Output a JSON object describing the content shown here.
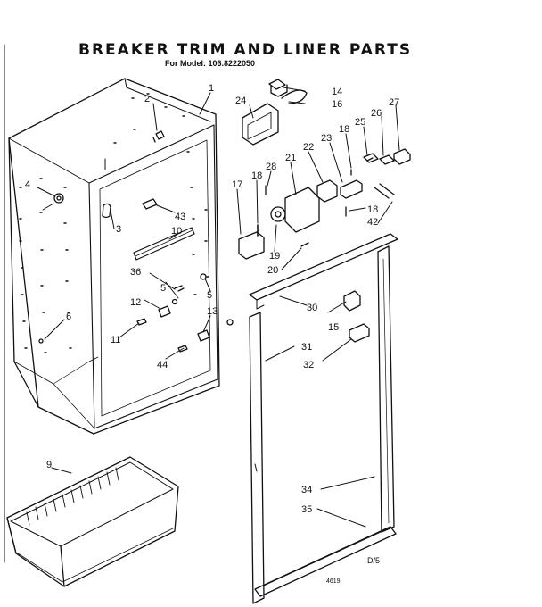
{
  "title": "BREAKER TRIM AND LINER PARTS",
  "subtitle": "For Model: 106.8222050",
  "page_code": "D/5",
  "sheet_number": "4619",
  "callouts": [
    {
      "id": "c1",
      "text": "1"
    },
    {
      "id": "c2",
      "text": "2"
    },
    {
      "id": "c3",
      "text": "3"
    },
    {
      "id": "c4",
      "text": "4"
    },
    {
      "id": "c5a",
      "text": "5"
    },
    {
      "id": "c5b",
      "text": "5"
    },
    {
      "id": "c6",
      "text": "6"
    },
    {
      "id": "c9",
      "text": "9"
    },
    {
      "id": "c10",
      "text": "10"
    },
    {
      "id": "c11",
      "text": "11"
    },
    {
      "id": "c12",
      "text": "12"
    },
    {
      "id": "c13",
      "text": "13"
    },
    {
      "id": "c14",
      "text": "14"
    },
    {
      "id": "c15",
      "text": "15"
    },
    {
      "id": "c16",
      "text": "16"
    },
    {
      "id": "c17",
      "text": "17"
    },
    {
      "id": "c18a",
      "text": "18"
    },
    {
      "id": "c18b",
      "text": "18"
    },
    {
      "id": "c18c",
      "text": "18"
    },
    {
      "id": "c19",
      "text": "19"
    },
    {
      "id": "c20",
      "text": "20"
    },
    {
      "id": "c21",
      "text": "21"
    },
    {
      "id": "c22",
      "text": "22"
    },
    {
      "id": "c23",
      "text": "23"
    },
    {
      "id": "c24",
      "text": "24"
    },
    {
      "id": "c25",
      "text": "25"
    },
    {
      "id": "c26",
      "text": "26"
    },
    {
      "id": "c27",
      "text": "27"
    },
    {
      "id": "c28",
      "text": "28"
    },
    {
      "id": "c30",
      "text": "30"
    },
    {
      "id": "c31",
      "text": "31"
    },
    {
      "id": "c32",
      "text": "32"
    },
    {
      "id": "c34",
      "text": "34"
    },
    {
      "id": "c35",
      "text": "35"
    },
    {
      "id": "c36",
      "text": "36"
    },
    {
      "id": "c42",
      "text": "42"
    },
    {
      "id": "c43",
      "text": "43"
    },
    {
      "id": "c44",
      "text": "44"
    }
  ]
}
